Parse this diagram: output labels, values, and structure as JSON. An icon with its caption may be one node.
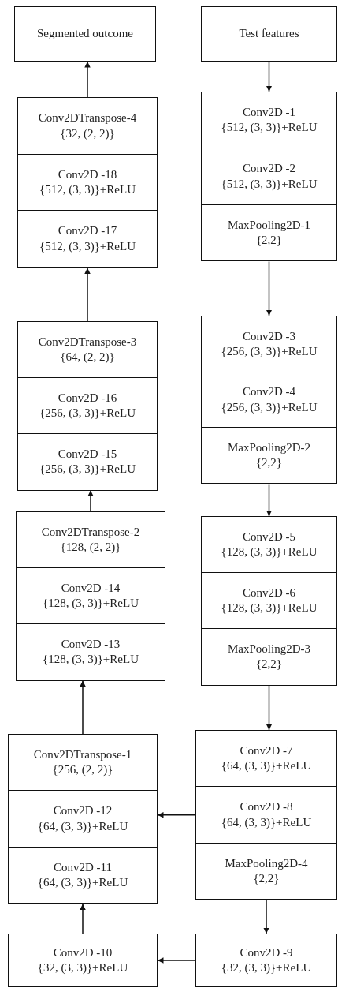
{
  "diagram": {
    "nodes": [
      {
        "text": [
          "Segmented outcome"
        ]
      },
      {
        "text": [
          "Test features"
        ]
      },
      {
        "text": [
          "Conv2DTranspose-4",
          "{32, (2, 2)}"
        ]
      },
      {
        "text": [
          "Conv2D -18",
          "{512, (3, 3)}+ReLU"
        ]
      },
      {
        "text": [
          "Conv2D -17",
          "{512, (3, 3)}+ReLU"
        ]
      },
      {
        "text": [
          "Conv2DTranspose-3",
          "{64, (2, 2)}"
        ]
      },
      {
        "text": [
          "Conv2D -16",
          "{256, (3, 3)}+ReLU"
        ]
      },
      {
        "text": [
          "Conv2D -15",
          "{256, (3, 3)}+ReLU"
        ]
      },
      {
        "text": [
          "Conv2DTranspose-2",
          "{128, (2, 2)}"
        ]
      },
      {
        "text": [
          "Conv2D -14",
          "{128, (3, 3)}+ReLU"
        ]
      },
      {
        "text": [
          "Conv2D -13",
          "{128, (3, 3)}+ReLU"
        ]
      },
      {
        "text": [
          "Conv2DTranspose-1",
          "{256, (2, 2)}"
        ]
      },
      {
        "text": [
          "Conv2D -12",
          "{64, (3, 3)}+ReLU"
        ]
      },
      {
        "text": [
          "Conv2D -11",
          "{64, (3, 3)}+ReLU"
        ]
      },
      {
        "text": [
          "Conv2D -10",
          "{32, (3, 3)}+ReLU"
        ]
      },
      {
        "text": [
          "Conv2D -1",
          "{512, (3, 3)}+ReLU"
        ]
      },
      {
        "text": [
          "Conv2D -2",
          "{512, (3, 3)}+ReLU"
        ]
      },
      {
        "text": [
          "MaxPooling2D-1",
          "{2,2}"
        ]
      },
      {
        "text": [
          "Conv2D -3",
          "{256, (3, 3)}+ReLU"
        ]
      },
      {
        "text": [
          "Conv2D -4",
          "{256, (3, 3)}+ReLU"
        ]
      },
      {
        "text": [
          "MaxPooling2D-2",
          "{2,2}"
        ]
      },
      {
        "text": [
          "Conv2D -5",
          "{128, (3, 3)}+ReLU"
        ]
      },
      {
        "text": [
          "Conv2D -6",
          "{128, (3, 3)}+ReLU"
        ]
      },
      {
        "text": [
          "MaxPooling2D-3",
          "{2,2}"
        ]
      },
      {
        "text": [
          "Conv2D -7",
          "{64, (3, 3)}+ReLU"
        ]
      },
      {
        "text": [
          "Conv2D -8",
          "{64, (3, 3)}+ReLU"
        ]
      },
      {
        "text": [
          "MaxPooling2D-4",
          "{2,2}"
        ]
      },
      {
        "text": [
          "Conv2D -9",
          "{32, (3, 3)}+ReLU"
        ]
      }
    ],
    "edges": [
      {
        "from": 1,
        "to": 15,
        "arrow": "to"
      },
      {
        "from": 17,
        "to": 18,
        "arrow": "to"
      },
      {
        "from": 20,
        "to": 21,
        "arrow": "to"
      },
      {
        "from": 23,
        "to": 24,
        "arrow": "to"
      },
      {
        "from": 26,
        "to": 27,
        "arrow": "to"
      },
      {
        "from": 27,
        "to": 14,
        "arrow": "to"
      },
      {
        "from": 25,
        "to": 12,
        "arrow": "to"
      },
      {
        "from": 14,
        "to": 13,
        "arrow": "to"
      },
      {
        "from": 11,
        "to": 10,
        "arrow": "to"
      },
      {
        "from": 8,
        "to": 7,
        "arrow": "to"
      },
      {
        "from": 5,
        "to": 4,
        "arrow": "to"
      },
      {
        "from": 2,
        "to": 0,
        "arrow": "to"
      }
    ]
  }
}
